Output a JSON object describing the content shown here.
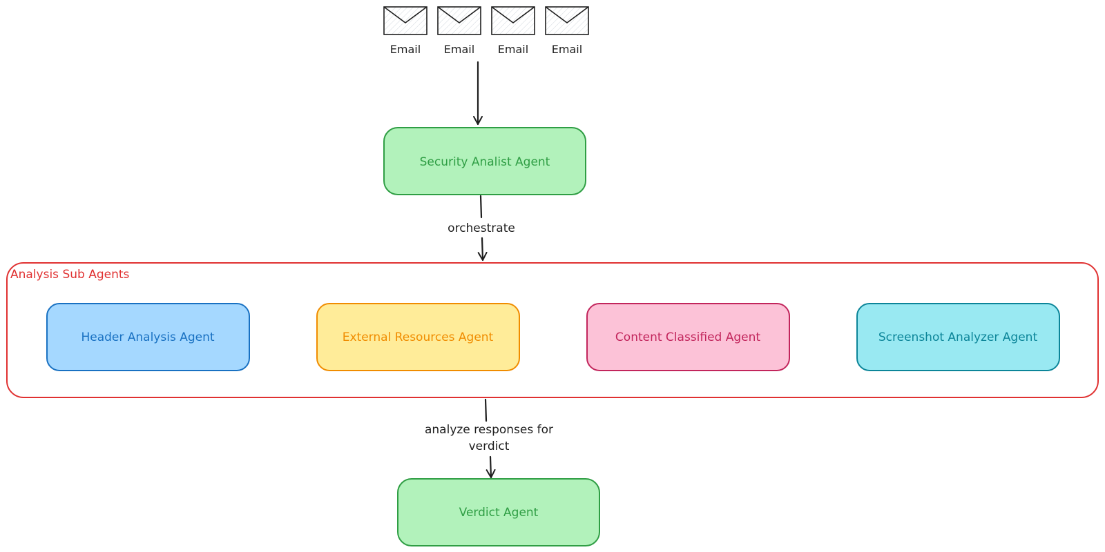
{
  "emails": [
    {
      "label": "Email"
    },
    {
      "label": "Email"
    },
    {
      "label": "Email"
    },
    {
      "label": "Email"
    }
  ],
  "nodes": {
    "security_analyst": {
      "label": "Security Analist Agent",
      "fill": "#b2f2bb",
      "stroke": "#2f9e44",
      "text": "#2f9e44"
    },
    "verdict": {
      "label": "Verdict Agent",
      "fill": "#b2f2bb",
      "stroke": "#2f9e44",
      "text": "#2f9e44"
    }
  },
  "group": {
    "label": "Analysis Sub Agents",
    "stroke": "#e03131",
    "text": "#e03131",
    "agents": [
      {
        "label": "Header Analysis Agent",
        "fill": "#a5d8ff",
        "stroke": "#1971c2",
        "text": "#1971c2"
      },
      {
        "label": "External Resources Agent",
        "fill": "#ffec99",
        "stroke": "#f08c00",
        "text": "#f08c00"
      },
      {
        "label": "Content Classified Agent",
        "fill": "#fcc2d7",
        "stroke": "#c2255c",
        "text": "#c2255c"
      },
      {
        "label": "Screenshot Analyzer Agent",
        "fill": "#99e9f2",
        "stroke": "#0c8599",
        "text": "#0c8599"
      }
    ]
  },
  "edges": {
    "orchestrate": {
      "label": "orchestrate"
    },
    "analyze_line1": "analyze responses for",
    "analyze_line2": "verdict"
  },
  "colors": {
    "arrow": "#1e1e1e",
    "email_icon": "#1e1e1e",
    "email_fill": "#e9ecef"
  }
}
